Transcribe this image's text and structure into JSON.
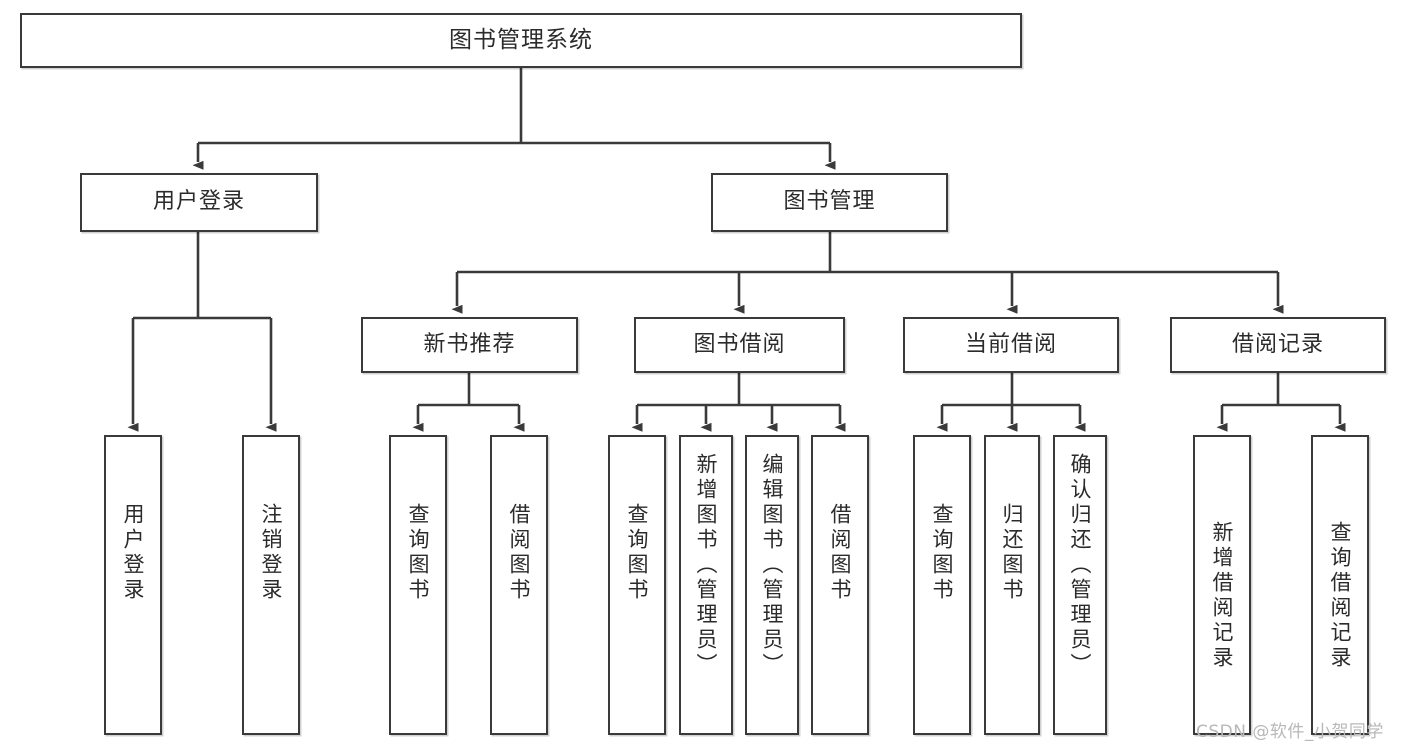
{
  "diagram": {
    "type": "tree",
    "title": "图书管理系统",
    "orientation": "top-down",
    "line_color": "#3a3a3a",
    "box_fill": "#ffffff",
    "text_color": "#2b2b2b",
    "root": {
      "id": "root",
      "label": "图书管理系统"
    },
    "level2": [
      {
        "id": "user-login",
        "label": "用户登录"
      },
      {
        "id": "book-manage",
        "label": "图书管理"
      }
    ],
    "level3": [
      {
        "id": "new-book-recommend",
        "label": "新书推荐",
        "parent": "book-manage"
      },
      {
        "id": "book-borrow",
        "label": "图书借阅",
        "parent": "book-manage"
      },
      {
        "id": "current-borrow",
        "label": "当前借阅",
        "parent": "book-manage"
      },
      {
        "id": "borrow-record",
        "label": "借阅记录",
        "parent": "book-manage"
      }
    ],
    "leaves": [
      {
        "id": "leaf-user-login",
        "label": "用户登录",
        "parent": "user-login"
      },
      {
        "id": "leaf-user-logout",
        "label": "注销登录",
        "parent": "user-login"
      },
      {
        "id": "leaf-query-book-1",
        "label": "查询图书",
        "parent": "new-book-recommend"
      },
      {
        "id": "leaf-borrow-book-1",
        "label": "借阅图书",
        "parent": "new-book-recommend"
      },
      {
        "id": "leaf-query-book-2",
        "label": "查询图书",
        "parent": "book-borrow"
      },
      {
        "id": "leaf-add-book",
        "label": "新增图书（管理员）",
        "parent": "book-borrow"
      },
      {
        "id": "leaf-edit-book",
        "label": "编辑图书（管理员）",
        "parent": "book-borrow"
      },
      {
        "id": "leaf-borrow-book-2",
        "label": "借阅图书",
        "parent": "book-borrow"
      },
      {
        "id": "leaf-query-book-3",
        "label": "查询图书",
        "parent": "current-borrow"
      },
      {
        "id": "leaf-return-book",
        "label": "归还图书",
        "parent": "current-borrow"
      },
      {
        "id": "leaf-confirm-return",
        "label": "确认归还（管理员）",
        "parent": "current-borrow"
      },
      {
        "id": "leaf-add-record",
        "label": "新增借阅记录",
        "parent": "borrow-record"
      },
      {
        "id": "leaf-query-record",
        "label": "查询借阅记录",
        "parent": "borrow-record"
      }
    ]
  },
  "watermark": {
    "text": "CSDN @软件_小贺同学"
  }
}
